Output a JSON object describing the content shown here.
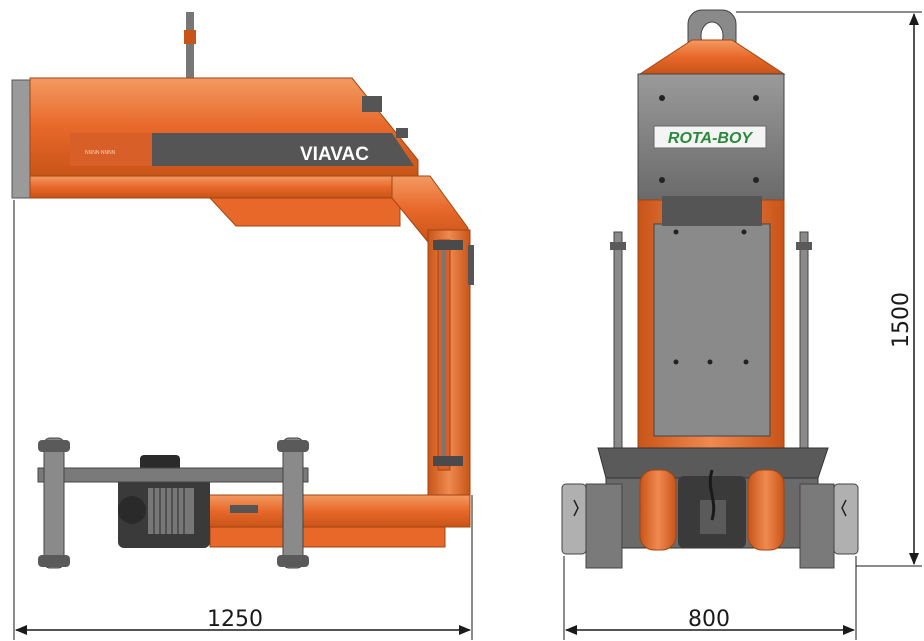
{
  "side_view": {
    "brand_label": "VIAVAC",
    "width_dimension": "1250"
  },
  "front_view": {
    "brand_label": "ROTA-BOY",
    "width_dimension": "800",
    "height_dimension": "1500"
  },
  "colors": {
    "orange": "#e8682a",
    "orange_light": "#f08a50",
    "orange_dark": "#c85418",
    "grey_panel": "#8a8a8a",
    "grey_dark": "#4a4a4a",
    "grey_light": "#b0b0b0",
    "label_green": "#2a8a3a",
    "dimension_line": "#1a1a1a"
  }
}
